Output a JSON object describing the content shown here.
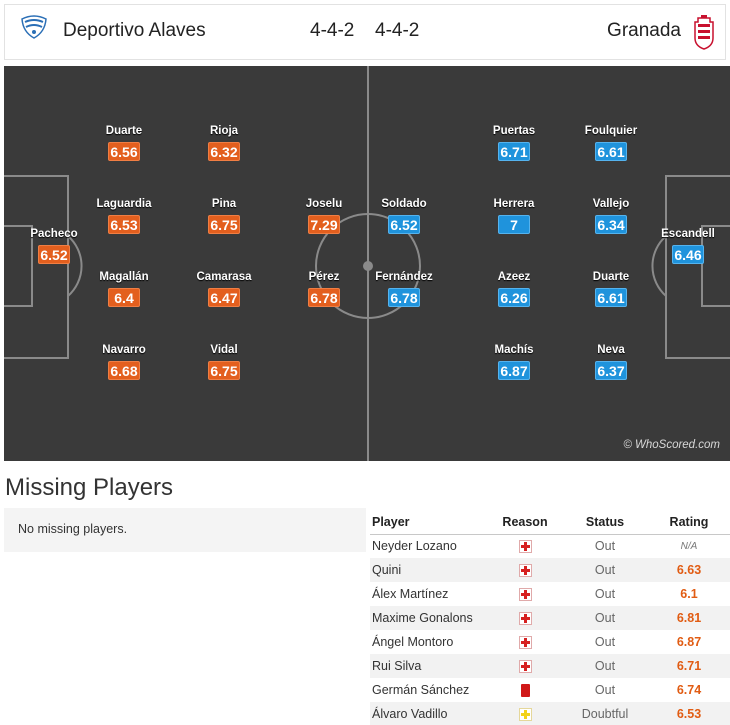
{
  "header": {
    "home_team": "Deportivo Alaves",
    "home_formation": "4-4-2",
    "away_formation": "4-4-2",
    "away_team": "Granada"
  },
  "pitch": {
    "watermark": "© WhoScored.com",
    "home_players": [
      {
        "name": "Pacheco",
        "rating": "6.52"
      },
      {
        "name": "Duarte",
        "rating": "6.56"
      },
      {
        "name": "Laguardia",
        "rating": "6.53"
      },
      {
        "name": "Magallán",
        "rating": "6.4"
      },
      {
        "name": "Navarro",
        "rating": "6.68"
      },
      {
        "name": "Rioja",
        "rating": "6.32"
      },
      {
        "name": "Pina",
        "rating": "6.75"
      },
      {
        "name": "Camarasa",
        "rating": "6.47"
      },
      {
        "name": "Vidal",
        "rating": "6.75"
      },
      {
        "name": "Joselu",
        "rating": "7.29"
      },
      {
        "name": "Pérez",
        "rating": "6.78"
      }
    ],
    "away_players": [
      {
        "name": "Soldado",
        "rating": "6.52"
      },
      {
        "name": "Fernández",
        "rating": "6.78"
      },
      {
        "name": "Puertas",
        "rating": "6.71"
      },
      {
        "name": "Herrera",
        "rating": "7"
      },
      {
        "name": "Azeez",
        "rating": "6.26"
      },
      {
        "name": "Machís",
        "rating": "6.87"
      },
      {
        "name": "Foulquier",
        "rating": "6.61"
      },
      {
        "name": "Vallejo",
        "rating": "6.34"
      },
      {
        "name": "Duarte",
        "rating": "6.61"
      },
      {
        "name": "Neva",
        "rating": "6.37"
      },
      {
        "name": "Escandell",
        "rating": "6.46"
      }
    ]
  },
  "missing": {
    "title": "Missing Players",
    "no_missing_text": "No missing players.",
    "columns": {
      "player": "Player",
      "reason": "Reason",
      "status": "Status",
      "rating": "Rating"
    },
    "rows": [
      {
        "player": "Neyder Lozano",
        "reason": "injury-icon",
        "status": "Out",
        "rating": "N/A"
      },
      {
        "player": "Quini",
        "reason": "injury-icon",
        "status": "Out",
        "rating": "6.63"
      },
      {
        "player": "Álex Martínez",
        "reason": "injury-icon",
        "status": "Out",
        "rating": "6.1"
      },
      {
        "player": "Maxime Gonalons",
        "reason": "injury-icon",
        "status": "Out",
        "rating": "6.81"
      },
      {
        "player": "Ángel Montoro",
        "reason": "injury-icon",
        "status": "Out",
        "rating": "6.87"
      },
      {
        "player": "Rui Silva",
        "reason": "injury-icon",
        "status": "Out",
        "rating": "6.71"
      },
      {
        "player": "Germán Sánchez",
        "reason": "red-card-icon",
        "status": "Out",
        "rating": "6.74"
      },
      {
        "player": "Álvaro Vadillo",
        "reason": "doubtful-icon",
        "status": "Doubtful",
        "rating": "6.53"
      }
    ]
  },
  "colors": {
    "home_rating": "#e35f1e",
    "away_rating": "#1f93dc",
    "pitch": "#3a3a3a",
    "rating_text": "#e15c13"
  }
}
